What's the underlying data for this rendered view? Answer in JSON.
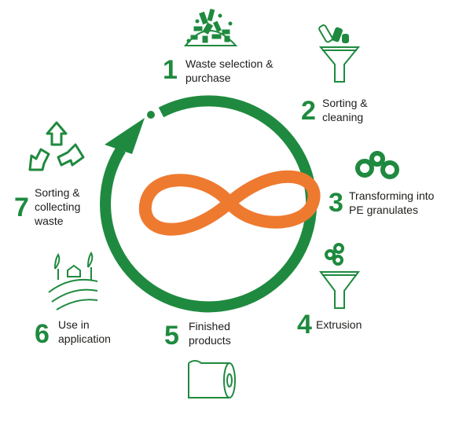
{
  "colors": {
    "green": "#1f8a3f",
    "orange": "#ee7a30",
    "text": "#1d1d1b"
  },
  "center_icon": "infinity-icon",
  "steps": [
    {
      "number": "1",
      "line1": "Waste selection &",
      "line2": "purchase",
      "icon": "waste-pile-icon"
    },
    {
      "number": "2",
      "line1": "Sorting &",
      "line2": "cleaning",
      "icon": "funnel-bottles-icon"
    },
    {
      "number": "3",
      "line1": "Transforming into",
      "line2": "PE granulates",
      "icon": "granulates-icon"
    },
    {
      "number": "4",
      "line1": "Extrusion",
      "line2": "",
      "icon": "funnel-granulates-icon"
    },
    {
      "number": "5",
      "line1": "Finished",
      "line2": "products",
      "icon": "film-roll-icon"
    },
    {
      "number": "6",
      "line1": "Use in",
      "line2": "application",
      "icon": "farm-field-icon"
    },
    {
      "number": "7",
      "line1": "Sorting &",
      "line2": "collecting",
      "line3": "waste",
      "icon": "recycle-icon"
    }
  ]
}
